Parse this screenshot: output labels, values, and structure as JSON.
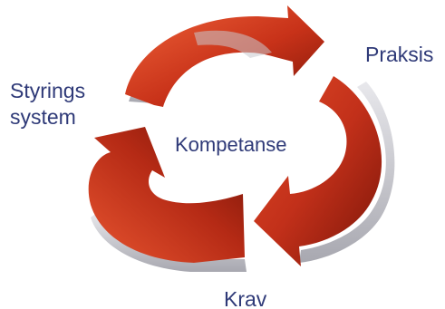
{
  "labels": {
    "top_right": "Praksis",
    "left_line1": "Styrings",
    "left_line2": "system",
    "center": "Kompetanse",
    "bottom": "Krav"
  },
  "colors": {
    "arrow_light": "#e0502a",
    "arrow_dark": "#8f1a0a",
    "arrow_side": "#c8c8cc",
    "text": "#2f3a78"
  }
}
